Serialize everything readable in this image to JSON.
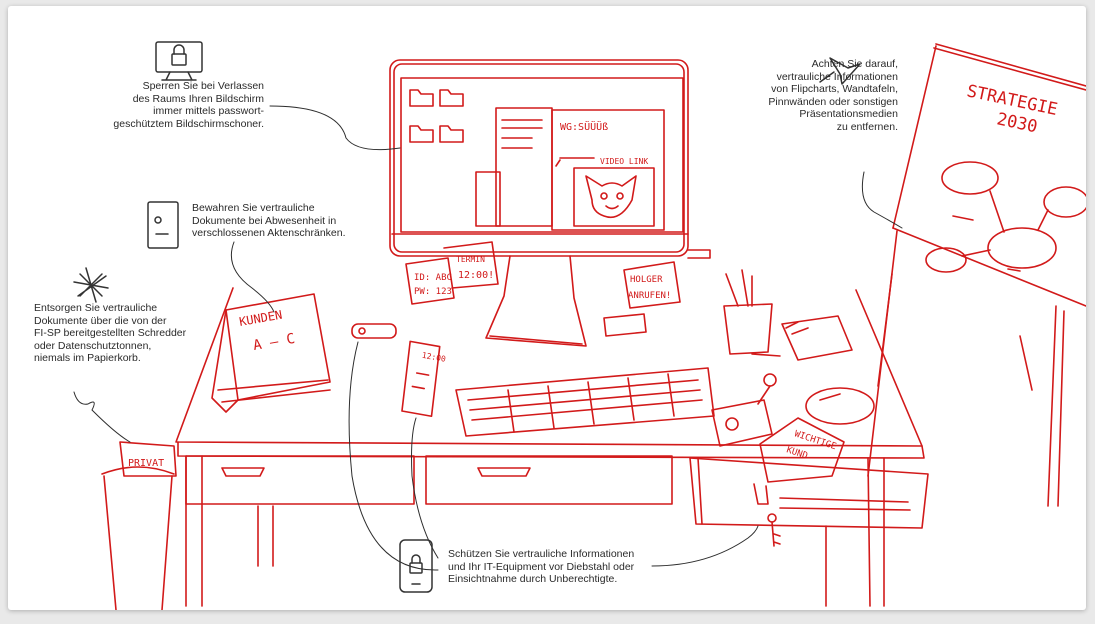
{
  "notes": {
    "screenlock": "Sperren Sie bei Verlassen\ndes Raums Ihren Bildschirm\nimmer mittels passwort-\ngeschütztem Bildschirmschoner.",
    "cabinet": "Bewahren Sie vertrauliche\nDokumente bei Abwesenheit in\nverschlossenen Aktenschränken.",
    "shredder": "Entsorgen Sie vertrauliche\nDokumente über die von der\nFI-SP bereitgestellten Schredder\noder Datenschutztonnen,\nniemals im Papierkorb.",
    "flipchart": "Achten Sie darauf,\nvertrauliche Informationen\nvon Flipcharts, Wandtafeln,\nPinnwänden oder sonstigen\nPräsentationsmedien\nzu entfernen.",
    "theft": "Schützen Sie vertrauliche Informationen\nund Ihr IT-Equipment vor Diebstahl oder\nEinsichtnahme durch Unberechtigte."
  },
  "sketch": {
    "flipchart_line1": "STRATEGIE",
    "flipchart_line2": "2030",
    "window_title": "WG:SÜÜÜß",
    "video_link": "VIDEO LINK",
    "note_id_line1": "ID: ABC",
    "note_id_line2": "PW: 123",
    "note_termin_line1": "TERMIN",
    "note_termin_line2": "12:00!",
    "note_holger_line1": "HOLGER",
    "note_holger_line2": "ANRUFEN!",
    "binder_line1": "KUNDEN",
    "binder_line2": "A – C",
    "phone_time": "12:00",
    "trash_label": "PRIVAT",
    "drawer_doc_line1": "WICHTIGE",
    "drawer_doc_line2": "KUND"
  },
  "colors": {
    "sketch_red": "#d21a1a",
    "icon_ink": "#333333",
    "text": "#2a2a2a"
  },
  "icons": [
    "monitor-lock-icon",
    "cabinet-icon",
    "shredder-icon",
    "pushpin-icon",
    "phone-lock-icon"
  ]
}
